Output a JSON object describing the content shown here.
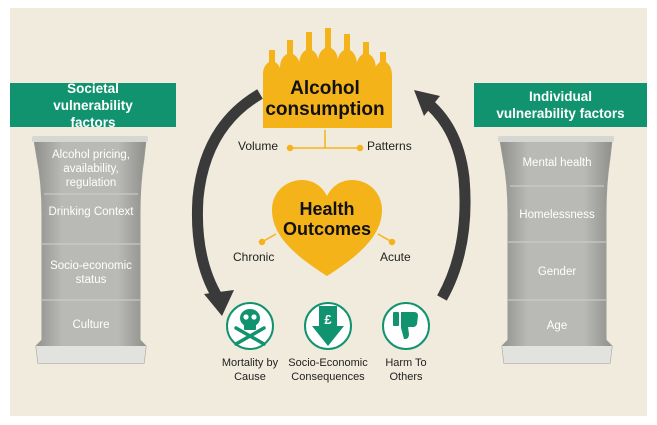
{
  "societal": {
    "title": "Societal vulnerability factors",
    "factors": [
      "Alcohol pricing, availability, regulation",
      "Drinking Context",
      "Socio-economic status",
      "Culture"
    ]
  },
  "individual": {
    "title": "Individual vulnerability factors",
    "factors": [
      "Mental health",
      "Homelessness",
      "Gender",
      "Age"
    ]
  },
  "consumption": {
    "title": "Alcohol consumption",
    "left": "Volume",
    "right": "Patterns"
  },
  "health": {
    "title": "Health Outcomes",
    "left": "Chronic",
    "right": "Acute"
  },
  "outcomes": [
    {
      "label": "Mortality by Cause",
      "icon": "skull-crossbones-icon"
    },
    {
      "label": "Socio-Economic Consequences",
      "icon": "pound-down-arrow-icon"
    },
    {
      "label": "Harm To Others",
      "icon": "thumbs-down-icon"
    }
  ],
  "colors": {
    "background": "#f0ebdd",
    "teal": "#11936f",
    "orange": "#f5b31a",
    "glass": "#b4b4b0",
    "arrow": "#3a3a3a"
  }
}
